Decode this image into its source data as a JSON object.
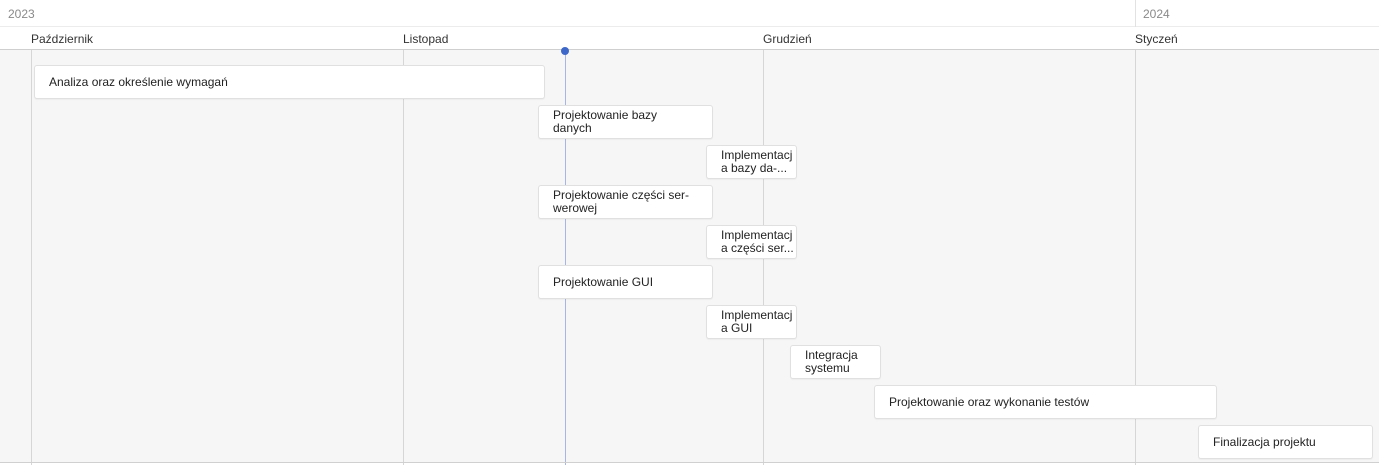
{
  "years": [
    {
      "label": "2023"
    },
    {
      "label": "2024"
    }
  ],
  "months": [
    {
      "label": "Październik"
    },
    {
      "label": "Listopad"
    },
    {
      "label": "Grudzień"
    },
    {
      "label": "Styczeń"
    }
  ],
  "tasks": [
    {
      "label": "Analiza oraz określenie wymagań"
    },
    {
      "label": "Projektowanie bazy danych"
    },
    {
      "label": "Implementacja bazy da-..."
    },
    {
      "label": "Projektowanie części ser-werowej"
    },
    {
      "label": "Implementacja części ser..."
    },
    {
      "label": "Projektowanie GUI"
    },
    {
      "label": "Implementacja GUI"
    },
    {
      "label": "Integracja systemu"
    },
    {
      "label": "Projektowanie oraz wykonanie testów"
    },
    {
      "label": "Finalizacja projektu"
    }
  ],
  "colors": {
    "today_marker": "#3d68c9",
    "today_line": "#aab4e6",
    "task_background": "#ffffff",
    "chart_background": "#f6f6f6"
  }
}
